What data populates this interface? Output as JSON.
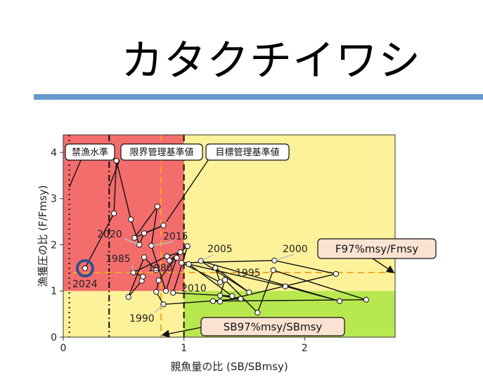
{
  "slide": {
    "title": "カタクチイワシ",
    "accent_color": "#6699cc"
  },
  "chart_data": {
    "type": "scatter",
    "subtype": "kobe-plot-trajectory",
    "xlabel": "親魚量の比 (SB/SBmsy)",
    "ylabel": "漁獲圧の比 (F/Fmsy)",
    "xlim": [
      0,
      2.75
    ],
    "ylim": [
      0,
      4.38
    ],
    "xticks": [
      "0",
      "1",
      "2"
    ],
    "yticks": [
      "0",
      "1",
      "2",
      "3",
      "4"
    ],
    "grid": false,
    "zone_colors": {
      "red": "#f46d6d",
      "yellow": "#fdf29a",
      "green": "#b8e84f"
    },
    "reference_lines": [
      {
        "label": "禁漁水準",
        "axis": "x",
        "value": 0.05,
        "style": "dotted"
      },
      {
        "label": "限界管理基準値",
        "axis": "x",
        "value": 0.38,
        "style": "dashdot"
      },
      {
        "label": "目標管理基準値",
        "axis": "x",
        "value": 1.0,
        "style": "dashed"
      },
      {
        "label": "SB97%msy/SBmsy",
        "axis": "x",
        "value": 0.81,
        "style": "orange-dashed"
      },
      {
        "label": "F97%msy/Fmsy",
        "axis": "y",
        "value": 1.4,
        "style": "orange-dashed"
      }
    ],
    "points": [
      {
        "year": 1980,
        "x": 0.77,
        "y": 1.45
      },
      {
        "year": 1981,
        "x": 0.67,
        "y": 1.73
      },
      {
        "year": 1982,
        "x": 0.54,
        "y": 0.87
      },
      {
        "year": 1983,
        "x": 0.65,
        "y": 1.22
      },
      {
        "year": 1984,
        "x": 0.66,
        "y": 1.31
      },
      {
        "year": 1985,
        "x": 0.58,
        "y": 1.4
      },
      {
        "year": 1986,
        "x": 0.86,
        "y": 1.75
      },
      {
        "year": 1987,
        "x": 0.97,
        "y": 1.84
      },
      {
        "year": 1988,
        "x": 0.79,
        "y": 1.23
      },
      {
        "year": 1989,
        "x": 0.77,
        "y": 0.98
      },
      {
        "year": 1990,
        "x": 0.83,
        "y": 0.71
      },
      {
        "year": 1991,
        "x": 1.47,
        "y": 0.83
      },
      {
        "year": 1992,
        "x": 1.3,
        "y": 0.9
      },
      {
        "year": 1993,
        "x": 1.34,
        "y": 1.24
      },
      {
        "year": 1994,
        "x": 1.61,
        "y": 0.53
      },
      {
        "year": 1995,
        "x": 1.74,
        "y": 1.45
      },
      {
        "year": 1996,
        "x": 2.51,
        "y": 0.81
      },
      {
        "year": 1997,
        "x": 1.24,
        "y": 0.78
      },
      {
        "year": 1998,
        "x": 1.3,
        "y": 0.77
      },
      {
        "year": 1999,
        "x": 2.26,
        "y": 1.37
      },
      {
        "year": 2000,
        "x": 1.75,
        "y": 1.66
      },
      {
        "year": 2001,
        "x": 0.98,
        "y": 1.61
      },
      {
        "year": 2002,
        "x": 1.3,
        "y": 1.19
      },
      {
        "year": 2003,
        "x": 1.26,
        "y": 1.5
      },
      {
        "year": 2004,
        "x": 1.54,
        "y": 0.97
      },
      {
        "year": 2005,
        "x": 1.14,
        "y": 1.65
      },
      {
        "year": 2006,
        "x": 2.29,
        "y": 0.78
      },
      {
        "year": 2007,
        "x": 1.84,
        "y": 1.1
      },
      {
        "year": 2008,
        "x": 1.04,
        "y": 1.58
      },
      {
        "year": 2009,
        "x": 1.4,
        "y": 0.89
      },
      {
        "year": 2010,
        "x": 0.91,
        "y": 0.96
      },
      {
        "year": 2011,
        "x": 1.03,
        "y": 1.97
      },
      {
        "year": 2012,
        "x": 0.88,
        "y": 1.66
      },
      {
        "year": 2013,
        "x": 0.94,
        "y": 1.72
      },
      {
        "year": 2014,
        "x": 0.85,
        "y": 1.0
      },
      {
        "year": 2015,
        "x": 0.73,
        "y": 1.98
      },
      {
        "year": 2016,
        "x": 0.78,
        "y": 2.83
      },
      {
        "year": 2017,
        "x": 0.59,
        "y": 2.15
      },
      {
        "year": 2018,
        "x": 0.83,
        "y": 2.42
      },
      {
        "year": 2019,
        "x": 0.67,
        "y": 2.25
      },
      {
        "year": 2020,
        "x": 0.63,
        "y": 2.0
      },
      {
        "year": 2021,
        "x": 0.56,
        "y": 2.55
      },
      {
        "year": 2022,
        "x": 0.44,
        "y": 3.82
      },
      {
        "year": 2023,
        "x": 0.42,
        "y": 2.68
      },
      {
        "year": 2024,
        "x": 0.18,
        "y": 1.49
      }
    ],
    "year_labels": [
      "1980",
      "1985",
      "1990",
      "1995",
      "2000",
      "2005",
      "2010",
      "2015",
      "2020",
      "2024"
    ],
    "highlight": {
      "year": 2024,
      "color": "#2f4f8f"
    }
  }
}
